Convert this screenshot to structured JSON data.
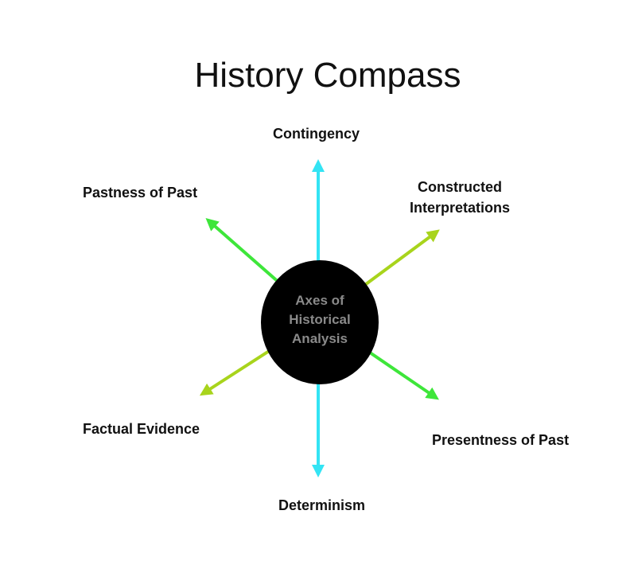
{
  "title": "History Compass",
  "center": "Axes of Historical Analysis",
  "center_lines": [
    "Axes of",
    "Historical",
    "Analysis"
  ],
  "labels": {
    "north": "Contingency",
    "south": "Determinism",
    "northwest": "Pastness of Past",
    "southeast": "Presentness of Past",
    "northeast_lines": [
      "Constructed",
      "Interpretations"
    ],
    "southwest": "Factual Evidence"
  },
  "colors": {
    "vertical_axis": "#33e4f4",
    "past_axis": "#3ee63a",
    "evidence_axis": "#a8d41c",
    "circle": "#000000"
  }
}
